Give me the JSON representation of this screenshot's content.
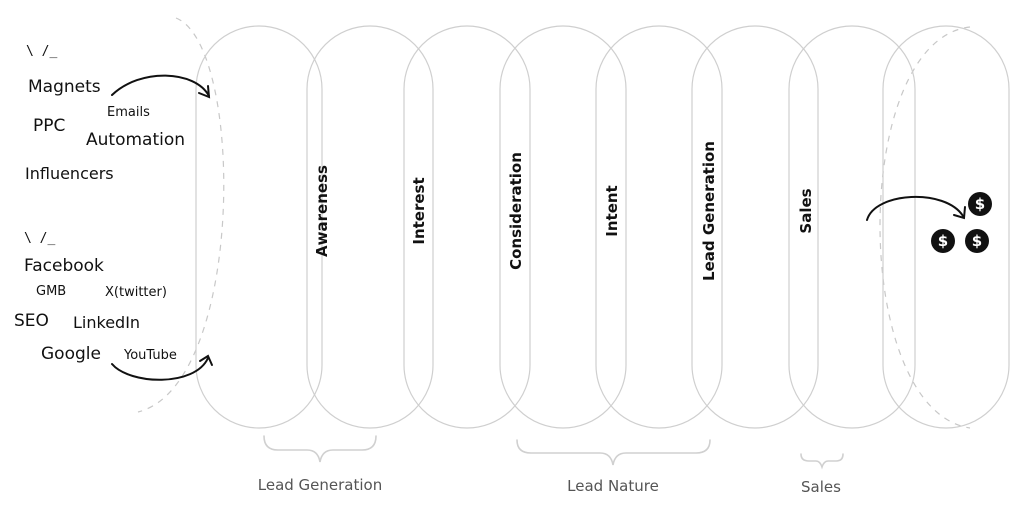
{
  "stages": [
    "Awareness",
    "Interest",
    "Consideration",
    "Intent",
    "Lead Generation",
    "Sales"
  ],
  "groups": [
    {
      "label": "Lead Generation"
    },
    {
      "label": "Lead Nature"
    },
    {
      "label": "Sales"
    }
  ],
  "sources": {
    "group_a": [
      "Magnets",
      "Emails",
      "PPC",
      "Automation",
      "Influencers"
    ],
    "group_b": [
      "Facebook",
      "GMB",
      "X(twitter)",
      "SEO",
      "LinkedIn",
      "Google",
      "YouTube"
    ]
  },
  "coins": [
    "$",
    "$",
    "$"
  ]
}
